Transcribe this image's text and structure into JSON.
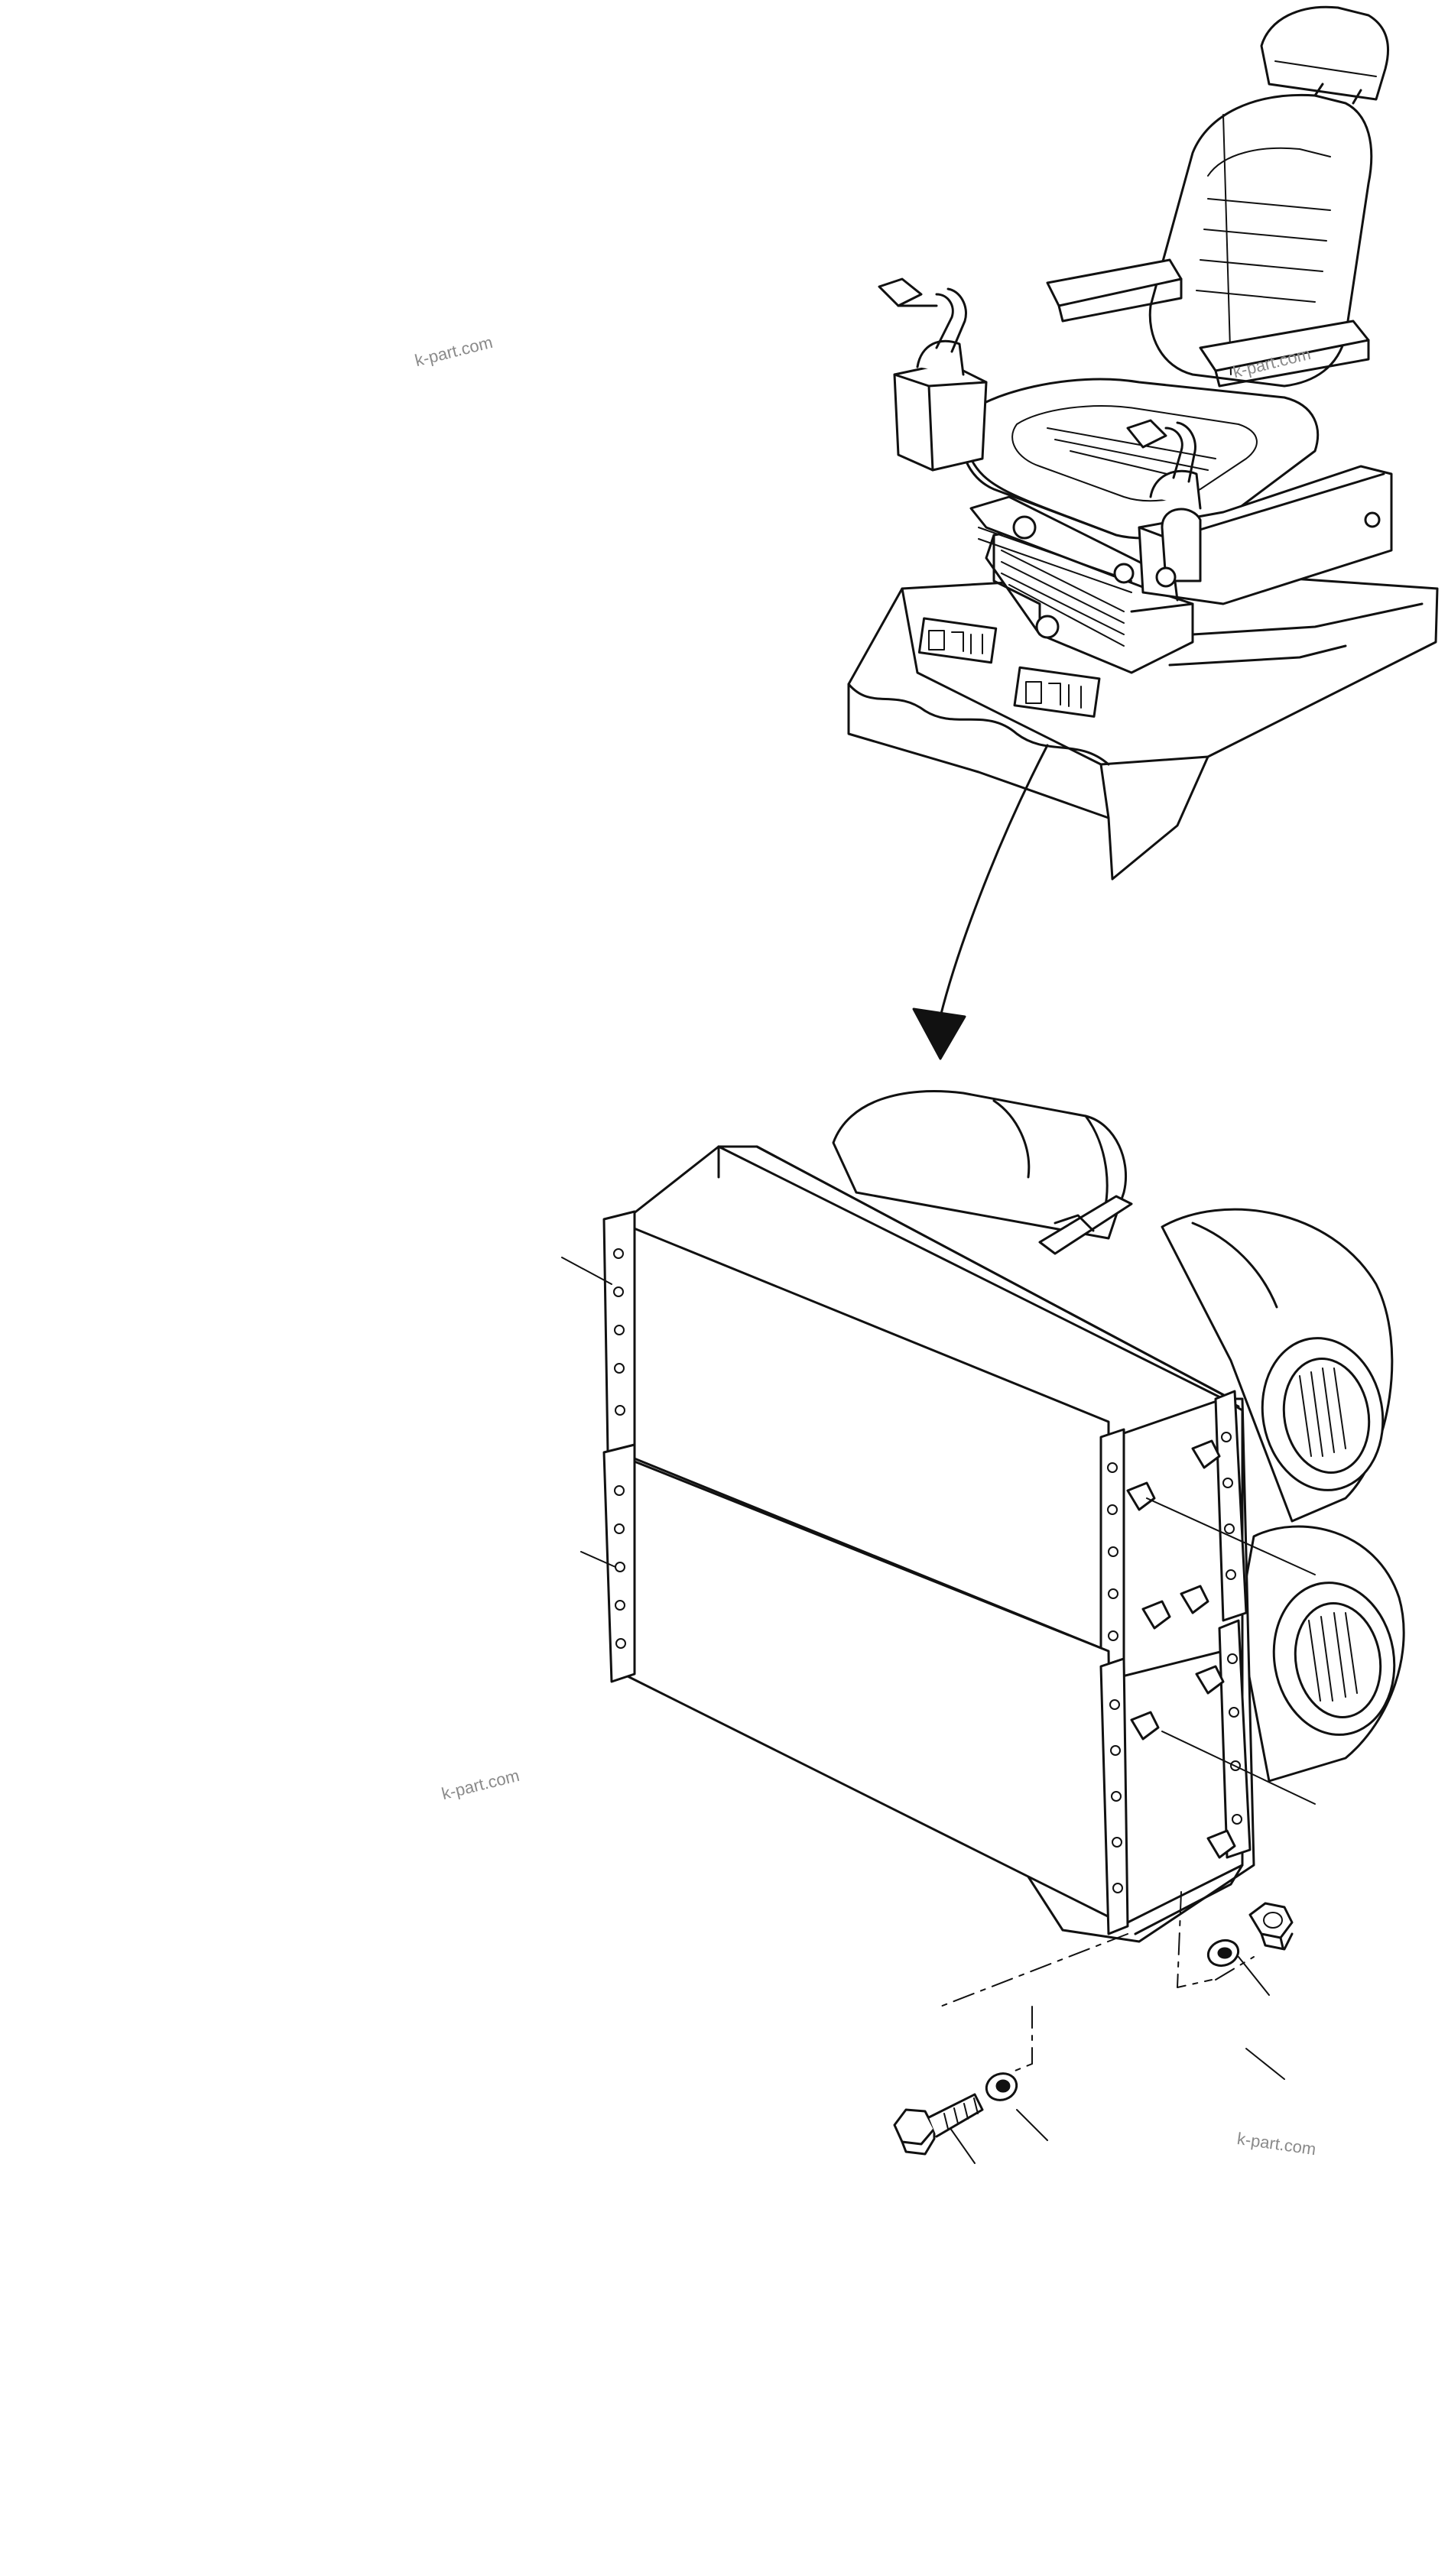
{
  "watermarks": [
    "k-part.com",
    "k-part.com",
    "k-part.com",
    "k-part.com"
  ],
  "colors": {
    "ink": "#111111",
    "paper": "#ffffff",
    "watermark": "#8a8a8a"
  },
  "parts": {
    "seat": "operator-seat-assembly",
    "heater": "heater-unit-with-twin-blowers",
    "hardware": [
      "bolt",
      "washer",
      "spring-washer",
      "nut"
    ]
  }
}
